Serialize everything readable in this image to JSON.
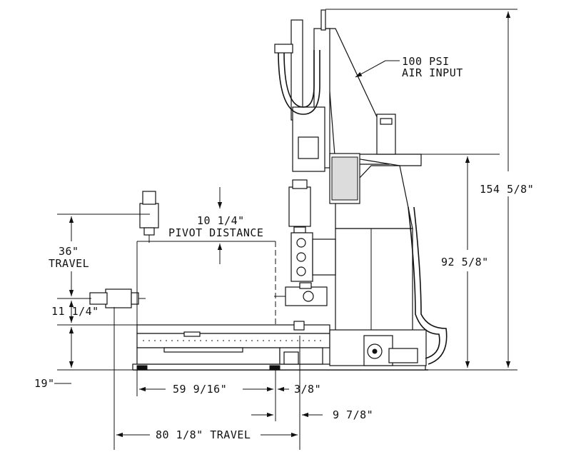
{
  "dimensions": {
    "air_input_line1": "100 PSI",
    "air_input_line2": "AIR INPUT",
    "overall_height": "154 5/8\"",
    "pivot_height": "92 5/8\"",
    "pivot_offset": "10 1/4\"",
    "pivot_label": "PIVOT DISTANCE",
    "vertical_travel": "36\"",
    "vertical_travel_label": "TRAVEL",
    "low_head": "11 1/4\"",
    "base_height": "19\"",
    "horizontal_span": "59 9/16\"",
    "small_offset": "3/8\"",
    "column_offset": "9 7/8\"",
    "horizontal_travel": "80 1/8\" TRAVEL"
  }
}
